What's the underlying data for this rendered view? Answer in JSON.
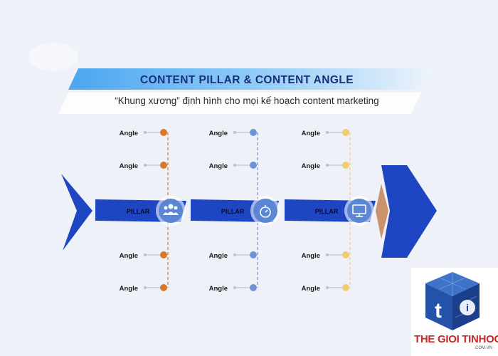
{
  "header": {
    "title": "CONTENT PILLAR & CONTENT ANGLE",
    "subtitle": "“Khung xương” định hình cho mọi kế hoạch content marketing"
  },
  "colors": {
    "spine": "#1f46c2",
    "banner": "#5fb2f2",
    "circle": "#5b86d4",
    "angle_group_1": "#d9782a",
    "angle_group_2": "#6f92d6",
    "angle_group_3": "#f0cd6e"
  },
  "pillars": [
    {
      "label": "PILLAR",
      "icon": "people-icon",
      "angles_top": [
        "Angle",
        "Angle"
      ],
      "angles_bottom": [
        "Angle",
        "Angle"
      ]
    },
    {
      "label": "PILLAR",
      "icon": "stopwatch-icon",
      "angles_top": [
        "Angle",
        "Angle"
      ],
      "angles_bottom": [
        "Angle",
        "Angle"
      ]
    },
    {
      "label": "PILLAR",
      "icon": "monitor-icon",
      "angles_top": [
        "Angle",
        "Angle"
      ],
      "angles_bottom": [
        "Angle",
        "Angle"
      ]
    }
  ],
  "logo": {
    "name": "THE GIOI TINHOC",
    "domain": ".COM.VN",
    "mark": "t"
  }
}
